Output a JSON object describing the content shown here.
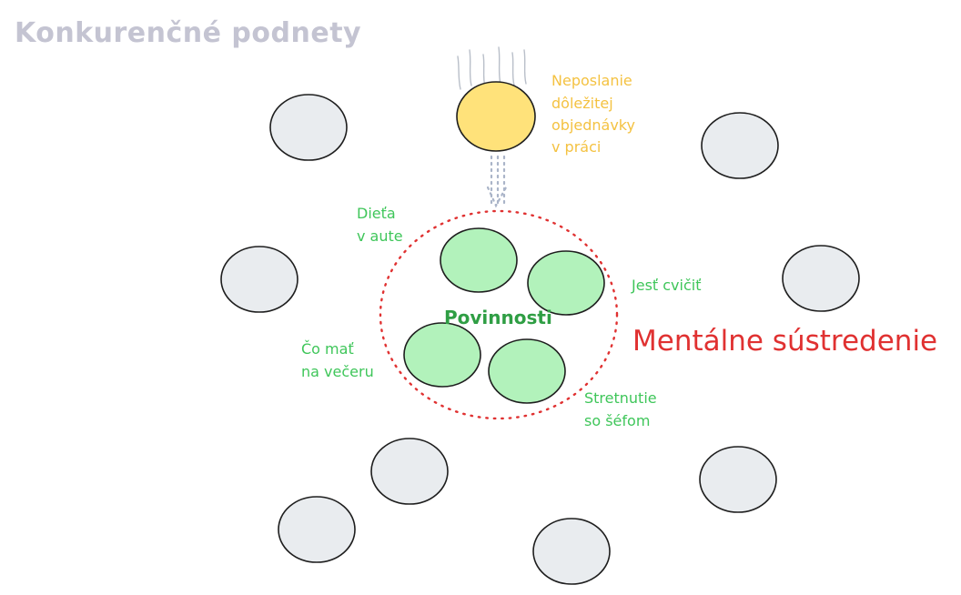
{
  "title": "Konkurenčné podnety",
  "colors": {
    "title": "#c4c4d2",
    "gray_fill": "#e9ecef",
    "stroke": "#1e1e1e",
    "yellow_fill": "#ffe27a",
    "yellow_text": "#f4c242",
    "green_fill": "#b2f2bb",
    "green_text": "#3fc65a",
    "green_dark": "#2f9e44",
    "red": "#e03131",
    "arrow": "#aab4c8"
  },
  "yellow_note": {
    "lines": [
      "Neposlanie",
      "dôležitej",
      "objednávky",
      "v práci"
    ]
  },
  "green_labels": {
    "dieta": [
      "Dieťa",
      "v aute"
    ],
    "jest": [
      "Jesť cvičiť"
    ],
    "co_mat": [
      "Čo mať",
      "na večeru"
    ],
    "stretnutie": [
      "Stretnutie",
      "so šéfom"
    ]
  },
  "center_label": "Povinnosti",
  "focus_label": "Mentálne sústredenie",
  "gray_circles_count": 8,
  "green_circles_count": 4
}
